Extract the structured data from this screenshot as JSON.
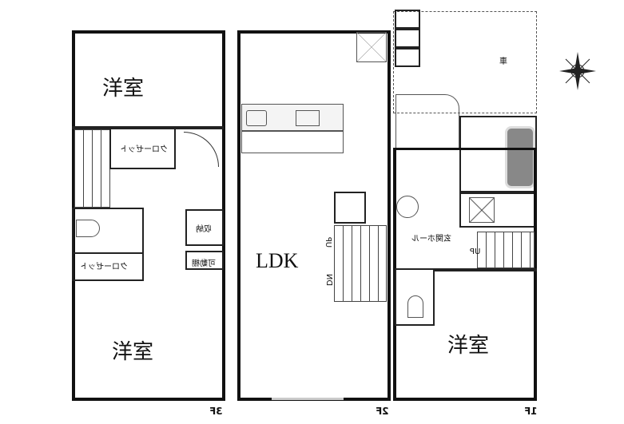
{
  "floors": {
    "f3": {
      "label": "3F",
      "room_top": "洋室",
      "room_bottom": "洋室",
      "closet_top": "クローゼット",
      "closet_bottom": "クローゼット",
      "storage": "収納",
      "shelf": "可動棚"
    },
    "f2": {
      "label": "2F",
      "main_room": "LDK",
      "up": "UP",
      "down": "DN"
    },
    "f1": {
      "label": "1F",
      "room": "洋室",
      "entrance": "玄関ホール",
      "up": "UP",
      "parking": "車"
    }
  }
}
